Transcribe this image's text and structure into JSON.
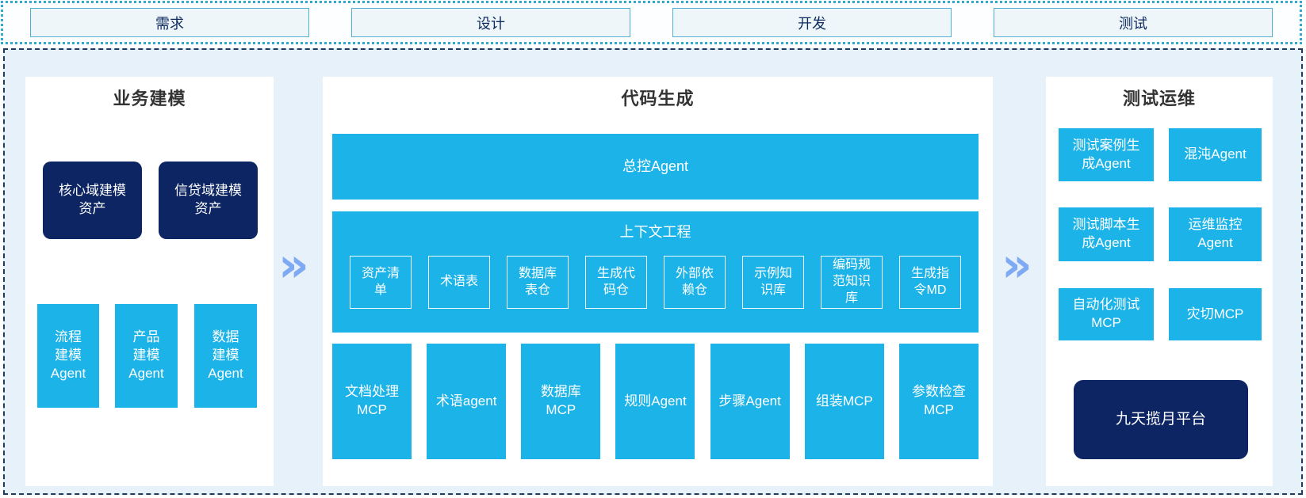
{
  "colors": {
    "cyan": "#1cb3e8",
    "navy": "#0d2563",
    "chevron_blue": "#7ea9f3",
    "container_bg": "#e6f1fa",
    "dotted_border": "#31a9cd",
    "dashed_border": "#1e3c5f",
    "phase_fill": "#eef6fa",
    "phase_border": "#4fb0d2"
  },
  "phase_strip": {
    "items": [
      {
        "label": "需求"
      },
      {
        "label": "设计"
      },
      {
        "label": "开发"
      },
      {
        "label": "测试"
      }
    ]
  },
  "flow": {
    "chevron_glyph": "»"
  },
  "business_modeling": {
    "title": "业务建模",
    "asset_boxes": [
      {
        "label": "核心域建模\n资产"
      },
      {
        "label": "信贷域建模\n资产"
      }
    ],
    "agent_boxes": [
      {
        "label": "流程\n建模\nAgent"
      },
      {
        "label": "产品\n建模\nAgent"
      },
      {
        "label": "数据\n建模\nAgent"
      }
    ]
  },
  "code_generation": {
    "title": "代码生成",
    "master_agent": "总控Agent",
    "context_engineering": {
      "title": "上下文工程",
      "items": [
        {
          "label": "资产清\n单"
        },
        {
          "label": "术语表"
        },
        {
          "label": "数据库\n表仓"
        },
        {
          "label": "生成代\n码仓"
        },
        {
          "label": "外部依\n赖仓"
        },
        {
          "label": "示例知\n识库"
        },
        {
          "label": "编码规\n范知识\n库"
        },
        {
          "label": "生成指\n令MD"
        }
      ]
    },
    "mcp_row": [
      {
        "label": "文档处理\nMCP"
      },
      {
        "label": "术语agent"
      },
      {
        "label": "数据库\nMCP"
      },
      {
        "label": "规则Agent"
      },
      {
        "label": "步骤Agent"
      },
      {
        "label": "组装MCP"
      },
      {
        "label": "参数检查\nMCP"
      }
    ]
  },
  "test_ops": {
    "title": "测试运维",
    "boxes": [
      {
        "label": "测试案例生\n成Agent"
      },
      {
        "label": "混沌Agent"
      },
      {
        "label": "测试脚本生\n成Agent"
      },
      {
        "label": "运维监控\nAgent"
      },
      {
        "label": "自动化测试\nMCP"
      },
      {
        "label": "灾切MCP"
      }
    ],
    "platform": {
      "label": "九天揽月平台"
    }
  }
}
